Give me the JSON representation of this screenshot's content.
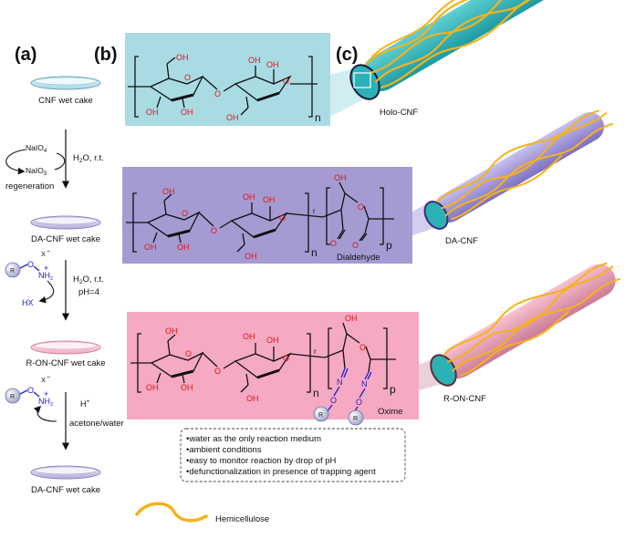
{
  "panels": {
    "a": "(a)",
    "b": "(b)",
    "c": "(c)"
  },
  "steps": {
    "cnf_wet_cake": "CNF wet cake",
    "naio4": "NaIO",
    "naio4_sub": "4",
    "naio3": "NaIO",
    "naio3_sub": "3",
    "h2o": "H",
    "h2o_sub": "2",
    "h2o_rest": "O, r.t.",
    "regeneration": "regeneration",
    "da_cnf_wet_cake": "DA-CNF wet cake",
    "h2o_2": "H",
    "h2o_2_sub": "2",
    "h2o_2_rest": "O, r.t.",
    "ph": "pH=4",
    "hx": "HX",
    "r_on_cnf_wet_cake": "R-ON-CNF wet cake",
    "h_plus": "H",
    "h_plus_sup": "+",
    "acetone_water": "acetone/water",
    "da_cnf_wet_cake_2": "DA-CNF wet cake"
  },
  "reagent": {
    "R": "R",
    "O": "O",
    "X": "X",
    "minus": "−",
    "NH": "NH",
    "NH_sub": "2",
    "plus": "+"
  },
  "structures": {
    "n": "n",
    "p": "p",
    "r": "r",
    "oh": "OH",
    "o": "O",
    "n_atom": "N",
    "dialdehyde": "Dialdehyde",
    "oxime": "Oxime"
  },
  "fibers": {
    "holo": "Holo-CNF",
    "da": "DA-CNF",
    "ron": "R-ON-CNF"
  },
  "notes": [
    "•water as the only reaction medium",
    "•ambient conditions",
    "•easy to monitor reaction by drop of pH",
    "•defunctionalization in presence of trapping agent"
  ],
  "legend": {
    "hemicellulose": "Hemicellulose"
  },
  "colors": {
    "panel_blue": "#a9dbe3",
    "panel_purple": "#a59bd2",
    "panel_pink": "#f5a9c2",
    "fiber_teal": "#2cb1b6",
    "hemicellulose_orange": "#f6b21a"
  }
}
